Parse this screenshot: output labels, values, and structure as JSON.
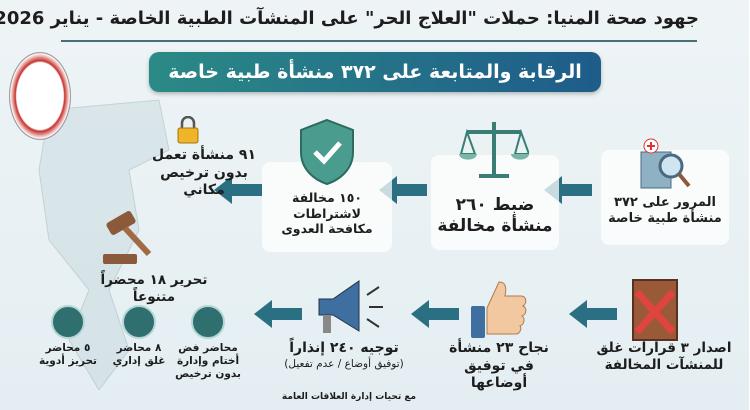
{
  "header": {
    "title": "جهود صحة المنيا: حملات \"العلاج الحر\" على المنشآت الطبية الخاصة - يناير 2026",
    "banner": "الرقابة والمتابعة على ٣٧٢ منشأة طبية خاصة"
  },
  "row1": [
    {
      "icon": "hospital-magnifier-icon",
      "line1": "المرور على ٣٧٢",
      "line2": "منشأة طبية خاصة"
    },
    {
      "icon": "scales-icon",
      "line1": "ضبط ٢٦٠",
      "line2": "منشأة مخالفة"
    },
    {
      "icon": "shield-check-icon",
      "line1": "١٥٠ مخالفة",
      "line2": "لاشتراطات",
      "line3": "مكافحة العدوى"
    },
    {
      "icon": "lock-icon",
      "line1": "٩١ منشأة تعمل",
      "line2": "بدون ترخيص مكاني"
    }
  ],
  "row2": [
    {
      "icon": "closed-door-icon",
      "line1": "اصدار ٣ قرارات غلق",
      "line2": "للمنشآت المخالفة"
    },
    {
      "icon": "thumbs-up-icon",
      "line1": "نجاح ٢٣ منشأة",
      "line2": "في توفيق أوضاعها"
    },
    {
      "icon": "megaphone-icon",
      "line1": "توجيه ٢٤٠ إنذاراً",
      "line2": "(توفيق أوضاع / عدم تفعيل)"
    }
  ],
  "reports": {
    "title": "تحرير ١٨ محضراً متنوعاً",
    "items": [
      {
        "icon": "stamp-icon",
        "text": "محاضر فض أختام وإدارة بدون ترخيص"
      },
      {
        "icon": "document-icon",
        "text": "٨ محاضر غلق إداري"
      },
      {
        "icon": "medicine-icon",
        "text": "٥ محاضر تحريز أدوية"
      }
    ]
  },
  "footer": "مع تحيات إدارة العلاقات العامة"
}
